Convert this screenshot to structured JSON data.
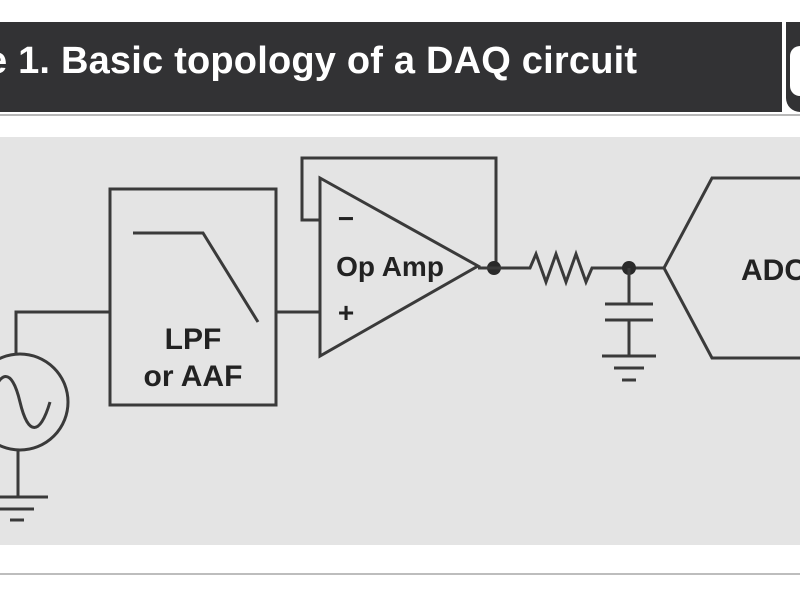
{
  "header": {
    "title": "e 1. Basic topology of a DAQ circuit"
  },
  "diagram": {
    "filter_block": {
      "line1": "LPF",
      "line2": "or AAF"
    },
    "opamp": {
      "label": "Op Amp",
      "minus": "−",
      "plus": "+"
    },
    "adc": {
      "label": "ADC"
    }
  },
  "colors": {
    "header_bg": "#323234",
    "panel_bg": "#e4e4e4",
    "line": "#3a3a3a"
  }
}
